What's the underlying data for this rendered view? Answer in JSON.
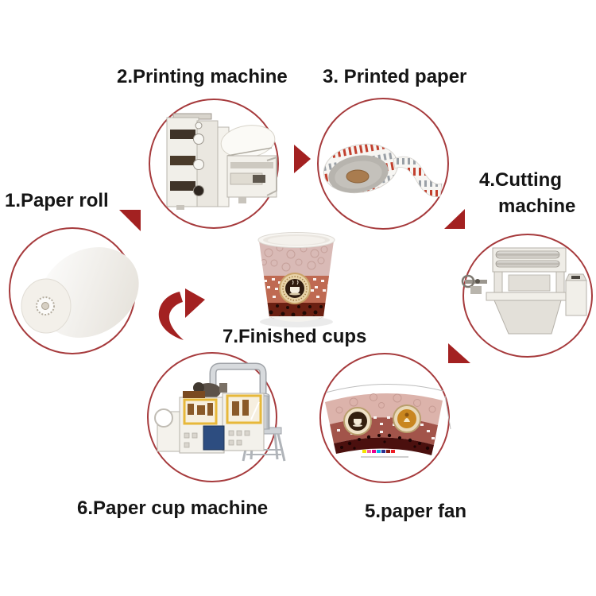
{
  "process_diagram": {
    "steps": [
      {
        "label": "1.Paper roll"
      },
      {
        "label": "2.Printing machine"
      },
      {
        "label": "3. Printed paper"
      },
      {
        "label_line1": "4.Cutting",
        "label_line2": "machine"
      },
      {
        "label": "5.paper fan"
      },
      {
        "label": "6.Paper cup machine"
      },
      {
        "label": "7.Finished cups"
      }
    ],
    "colors": {
      "background": "#FFFFFF",
      "circle_ring": "#A63A3C",
      "arrow_red": "#A32121",
      "label_text": "#151515",
      "cup_pink_band": "#D9BAB6",
      "cup_salmon_band": "#BF6A52",
      "cup_leopard_band": "#6B2012",
      "fan_pink_band": "#DCB3AB",
      "fan_brick_band": "#A2544A",
      "fan_maroon_band": "#4B100E",
      "machine_yellow": "#E7B83A",
      "machine_blue": "#2D4D80"
    }
  }
}
